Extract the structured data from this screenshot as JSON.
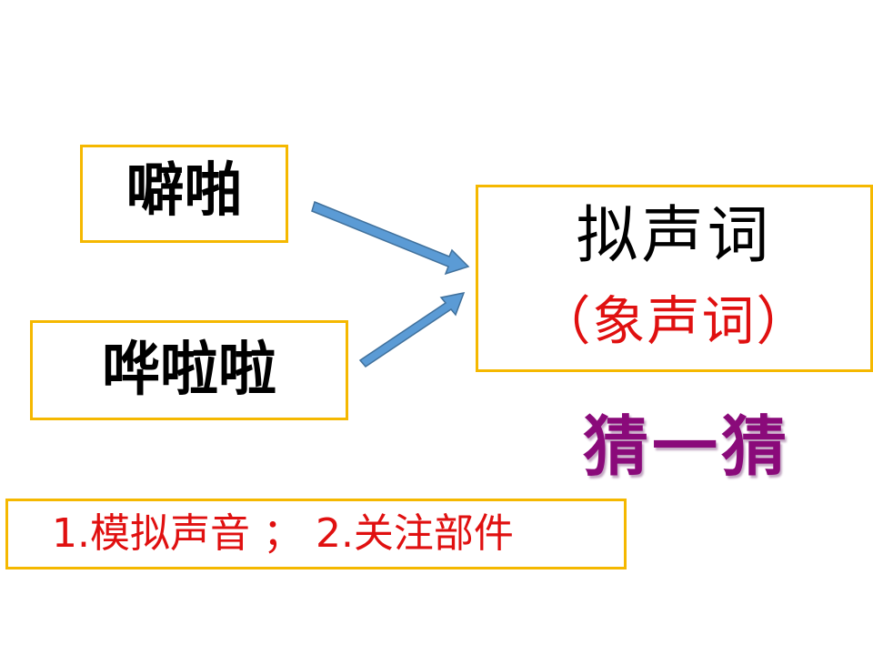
{
  "left_words": {
    "pili": "噼啪",
    "huala": "哗啦啦"
  },
  "right_box": {
    "term": "拟声词",
    "alias": "（象声词）"
  },
  "guess_label": "猜一猜",
  "tips": "1.模拟声音 ； 2.关注部件",
  "colors": {
    "border": "#f5b800",
    "arrow_fill": "#5b9bd5",
    "tips_text": "#e01010",
    "guess_text": "#8a0a7a"
  }
}
